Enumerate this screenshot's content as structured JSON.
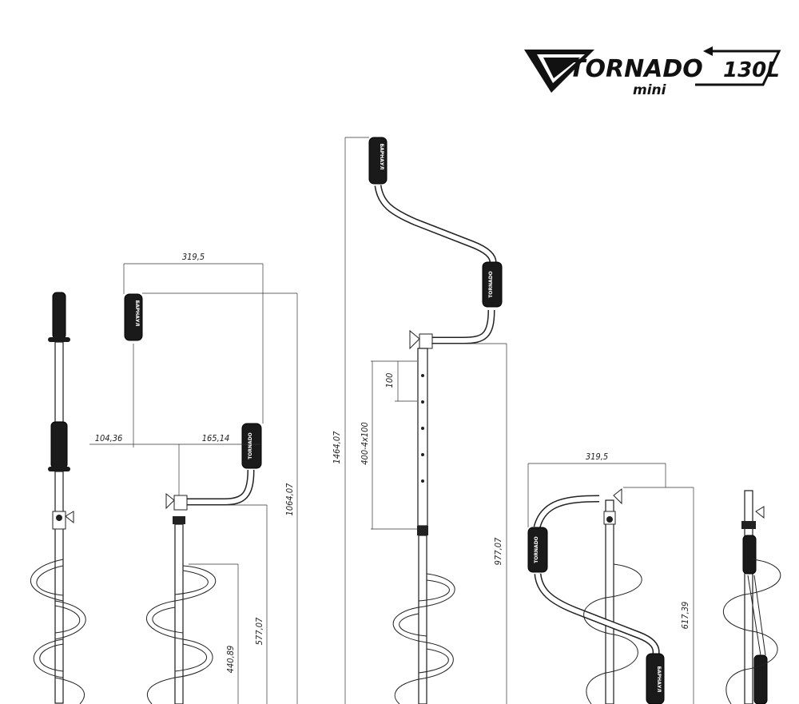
{
  "logo": {
    "brand": "TORNADO",
    "model": "130L",
    "sub": "mini"
  },
  "dimensions": {
    "width_left": "319,5",
    "offset_a": "104,36",
    "offset_b": "165,14",
    "height_total_left": "1064,07",
    "height_auger_left": "577,07",
    "height_blade_left": "440,89",
    "height_total_mid": "1464,07",
    "height_mid_lower": "977,07",
    "step": "100",
    "step_range": "400-4x100",
    "width_right": "319,5",
    "height_right": "617,39"
  },
  "handle_labels": {
    "brand_tag": "TORNADO",
    "alt_tag": "БАРНАУЛ"
  }
}
